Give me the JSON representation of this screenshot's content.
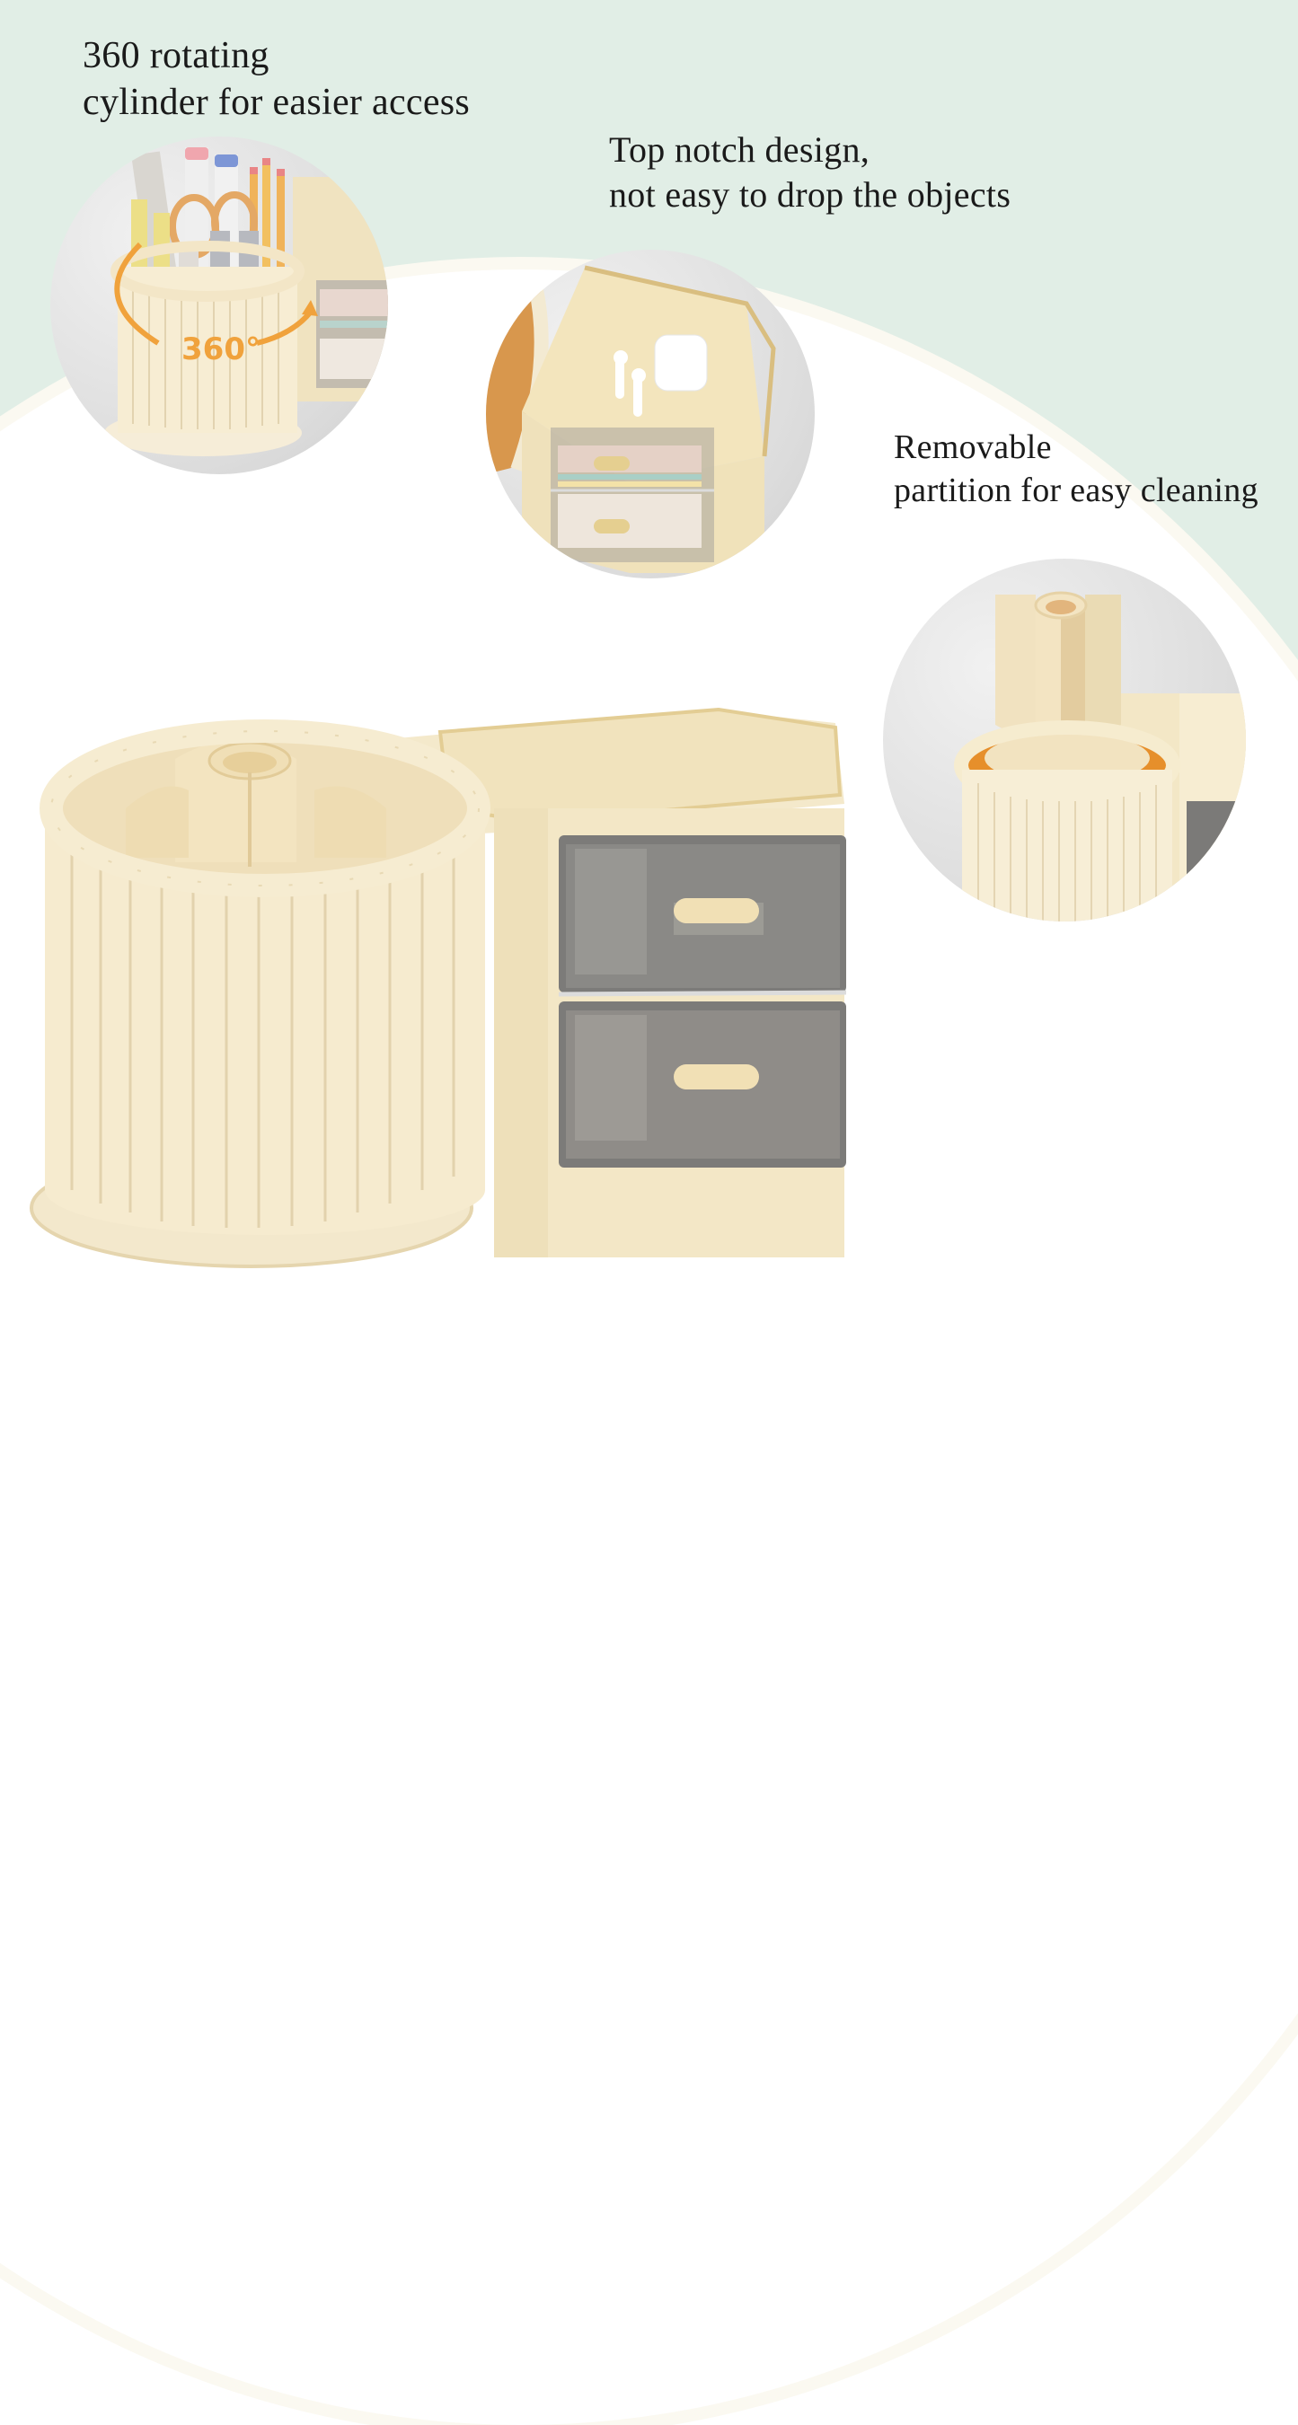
{
  "captions": {
    "rotating": {
      "line1": "360 rotating",
      "line2": "cylinder for easier access"
    },
    "notch": {
      "line1": "Top notch design,",
      "line2": "not easy to drop the objects"
    },
    "partition": {
      "line1": "Removable",
      "line2": "partition for easy cleaning"
    }
  },
  "badges": {
    "rotation": "360°"
  },
  "colors": {
    "background_mint": "#e1eee6",
    "product_cream": "#f3e6c5",
    "accent_orange": "#f0a23c",
    "drawer_smoke": "#7d7b78"
  }
}
